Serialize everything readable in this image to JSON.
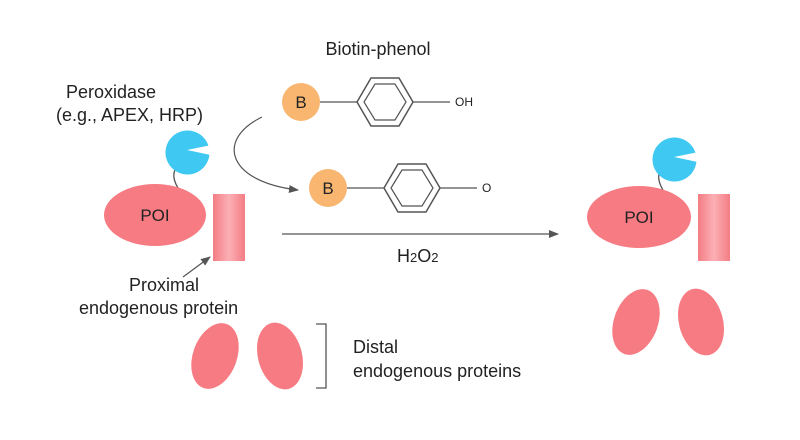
{
  "labels": {
    "biotin_phenol": "Biotin-phenol",
    "peroxidase_line1": "Peroxidase",
    "peroxidase_line2": "(e.g., APEX, HRP)",
    "biotin_letter": "B",
    "oh_group": "OH",
    "o_radical": "O",
    "poi": "POI",
    "h2o2_h": "H",
    "h2o2_2a": "2",
    "h2o2_o": "O",
    "h2o2_2b": "2",
    "proximal_line1": "Proximal",
    "proximal_line2": "endogenous protein",
    "distal_line1": "Distal",
    "distal_line2": "endogenous proteins"
  },
  "colors": {
    "biotin": "#f8b670",
    "peroxidase": "#3ec8f2",
    "protein": "#f77b82",
    "proximal_light": "#f7a7ac",
    "line": "#555555"
  },
  "icons": {
    "peroxidase": "pacman-shape",
    "biotin": "circle-badge",
    "benzene": "hexagon-ring"
  }
}
